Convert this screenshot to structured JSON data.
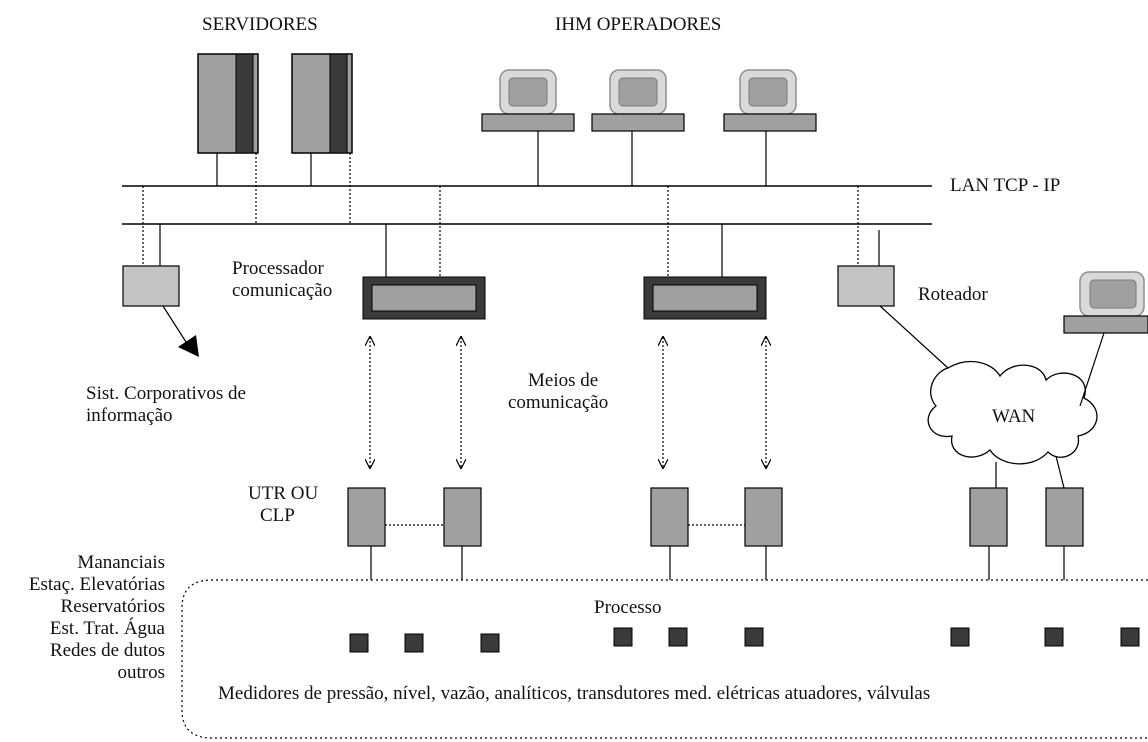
{
  "labels": {
    "servidores": "SERVIDORES",
    "ihm_operadores": "IHM OPERADORES",
    "lan": "LAN TCP - IP",
    "processador_l1": "Processador",
    "processador_l2": "comunicação",
    "roteador": "Roteador",
    "sist_l1": "Sist.  Corporativos de",
    "sist_l2": "informação",
    "meios_l1": "Meios de",
    "meios_l2": "comunicação",
    "wan": "WAN",
    "utr_l1": "UTR OU",
    "utr_l2": "CLP",
    "processo": "Processo",
    "medidores": "Medidores de pressão, nível, vazão, analíticos, transdutores med. elétricas atuadores, válvulas"
  },
  "process_sites": [
    "Mananciais",
    "Estaç. Elevatórias",
    "Reservatórios",
    "Est. Trat. Água",
    "Redes de dutos",
    "outros"
  ],
  "colors": {
    "device_fill": "#a0a0a0",
    "device_dark": "#3a3a3a",
    "screen_frame": "#d9d9d9",
    "line": "#000000"
  }
}
